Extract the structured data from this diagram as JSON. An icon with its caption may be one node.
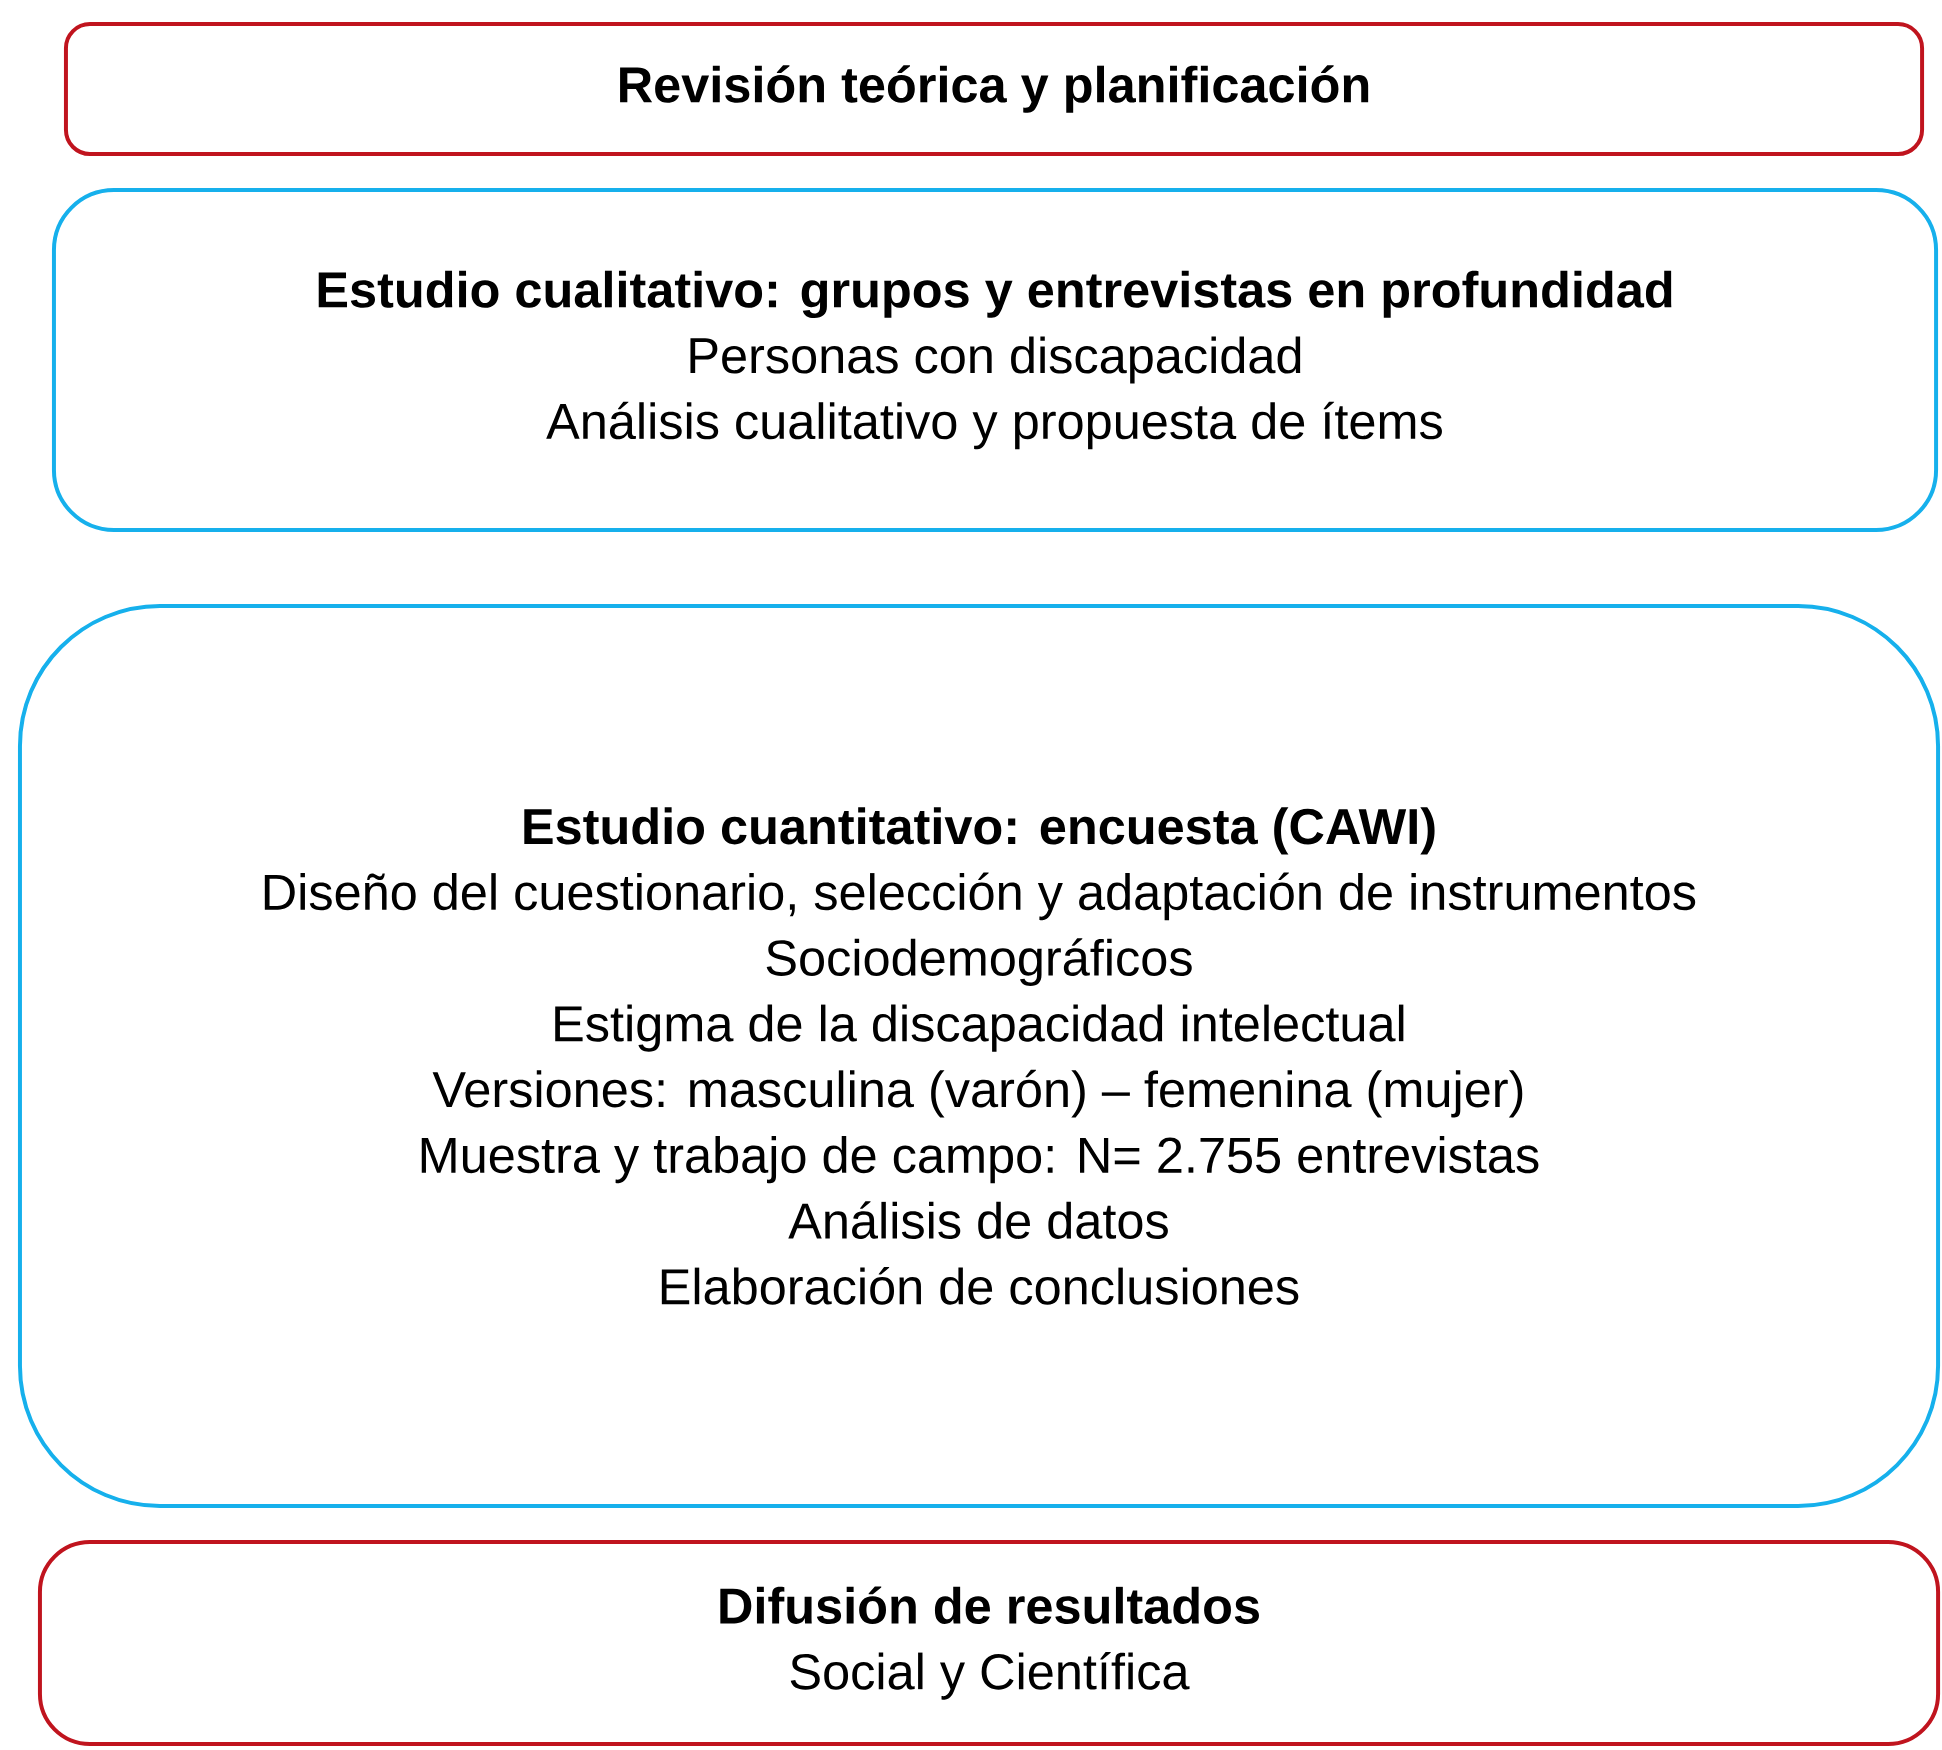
{
  "diagram": {
    "nodes": [
      {
        "text": [
          "Revisión teórica y planificación"
        ]
      },
      {
        "text": [
          "Estudio cualitativo: grupos y entrevistas en profundidad",
          "Personas con discapacidad",
          "Análisis cualitativo y propuesta de ítems"
        ]
      },
      {
        "text": [
          "Estudio cuantitativo: encuesta (CAWI)",
          "Diseño del cuestionario, selección y adaptación de instrumentos",
          "Sociodemográficos",
          "Estigma de la discapacidad intelectual",
          "Versiones: masculina (varón) – femenina (mujer)",
          "Muestra y trabajo de campo: N= 2.755 entrevistas",
          "Análisis de datos",
          "Elaboración de conclusiones"
        ]
      },
      {
        "text": [
          "Difusión de resultados",
          "Social y Científica"
        ]
      }
    ]
  }
}
